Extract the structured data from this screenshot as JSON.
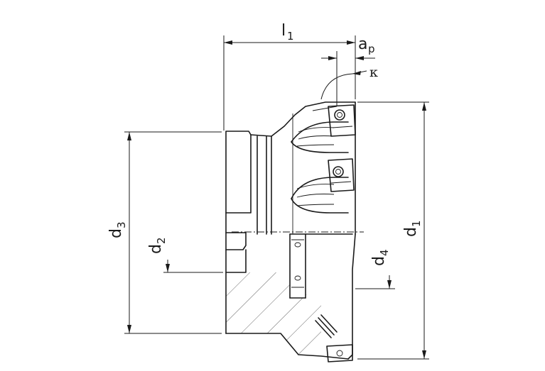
{
  "drawing": {
    "labels": {
      "l1": {
        "main": "l",
        "sub": "1"
      },
      "ap": {
        "main": "a",
        "sub": "p"
      },
      "kappa": {
        "main": "κ"
      },
      "d1": {
        "main": "d",
        "sub": "1"
      },
      "d2": {
        "main": "d",
        "sub": "2"
      },
      "d3": {
        "main": "d",
        "sub": "3"
      },
      "d4": {
        "main": "d",
        "sub": "4"
      }
    },
    "colors": {
      "line": "#1a1a1a",
      "hatch": "#555555",
      "background": "#ffffff"
    }
  }
}
